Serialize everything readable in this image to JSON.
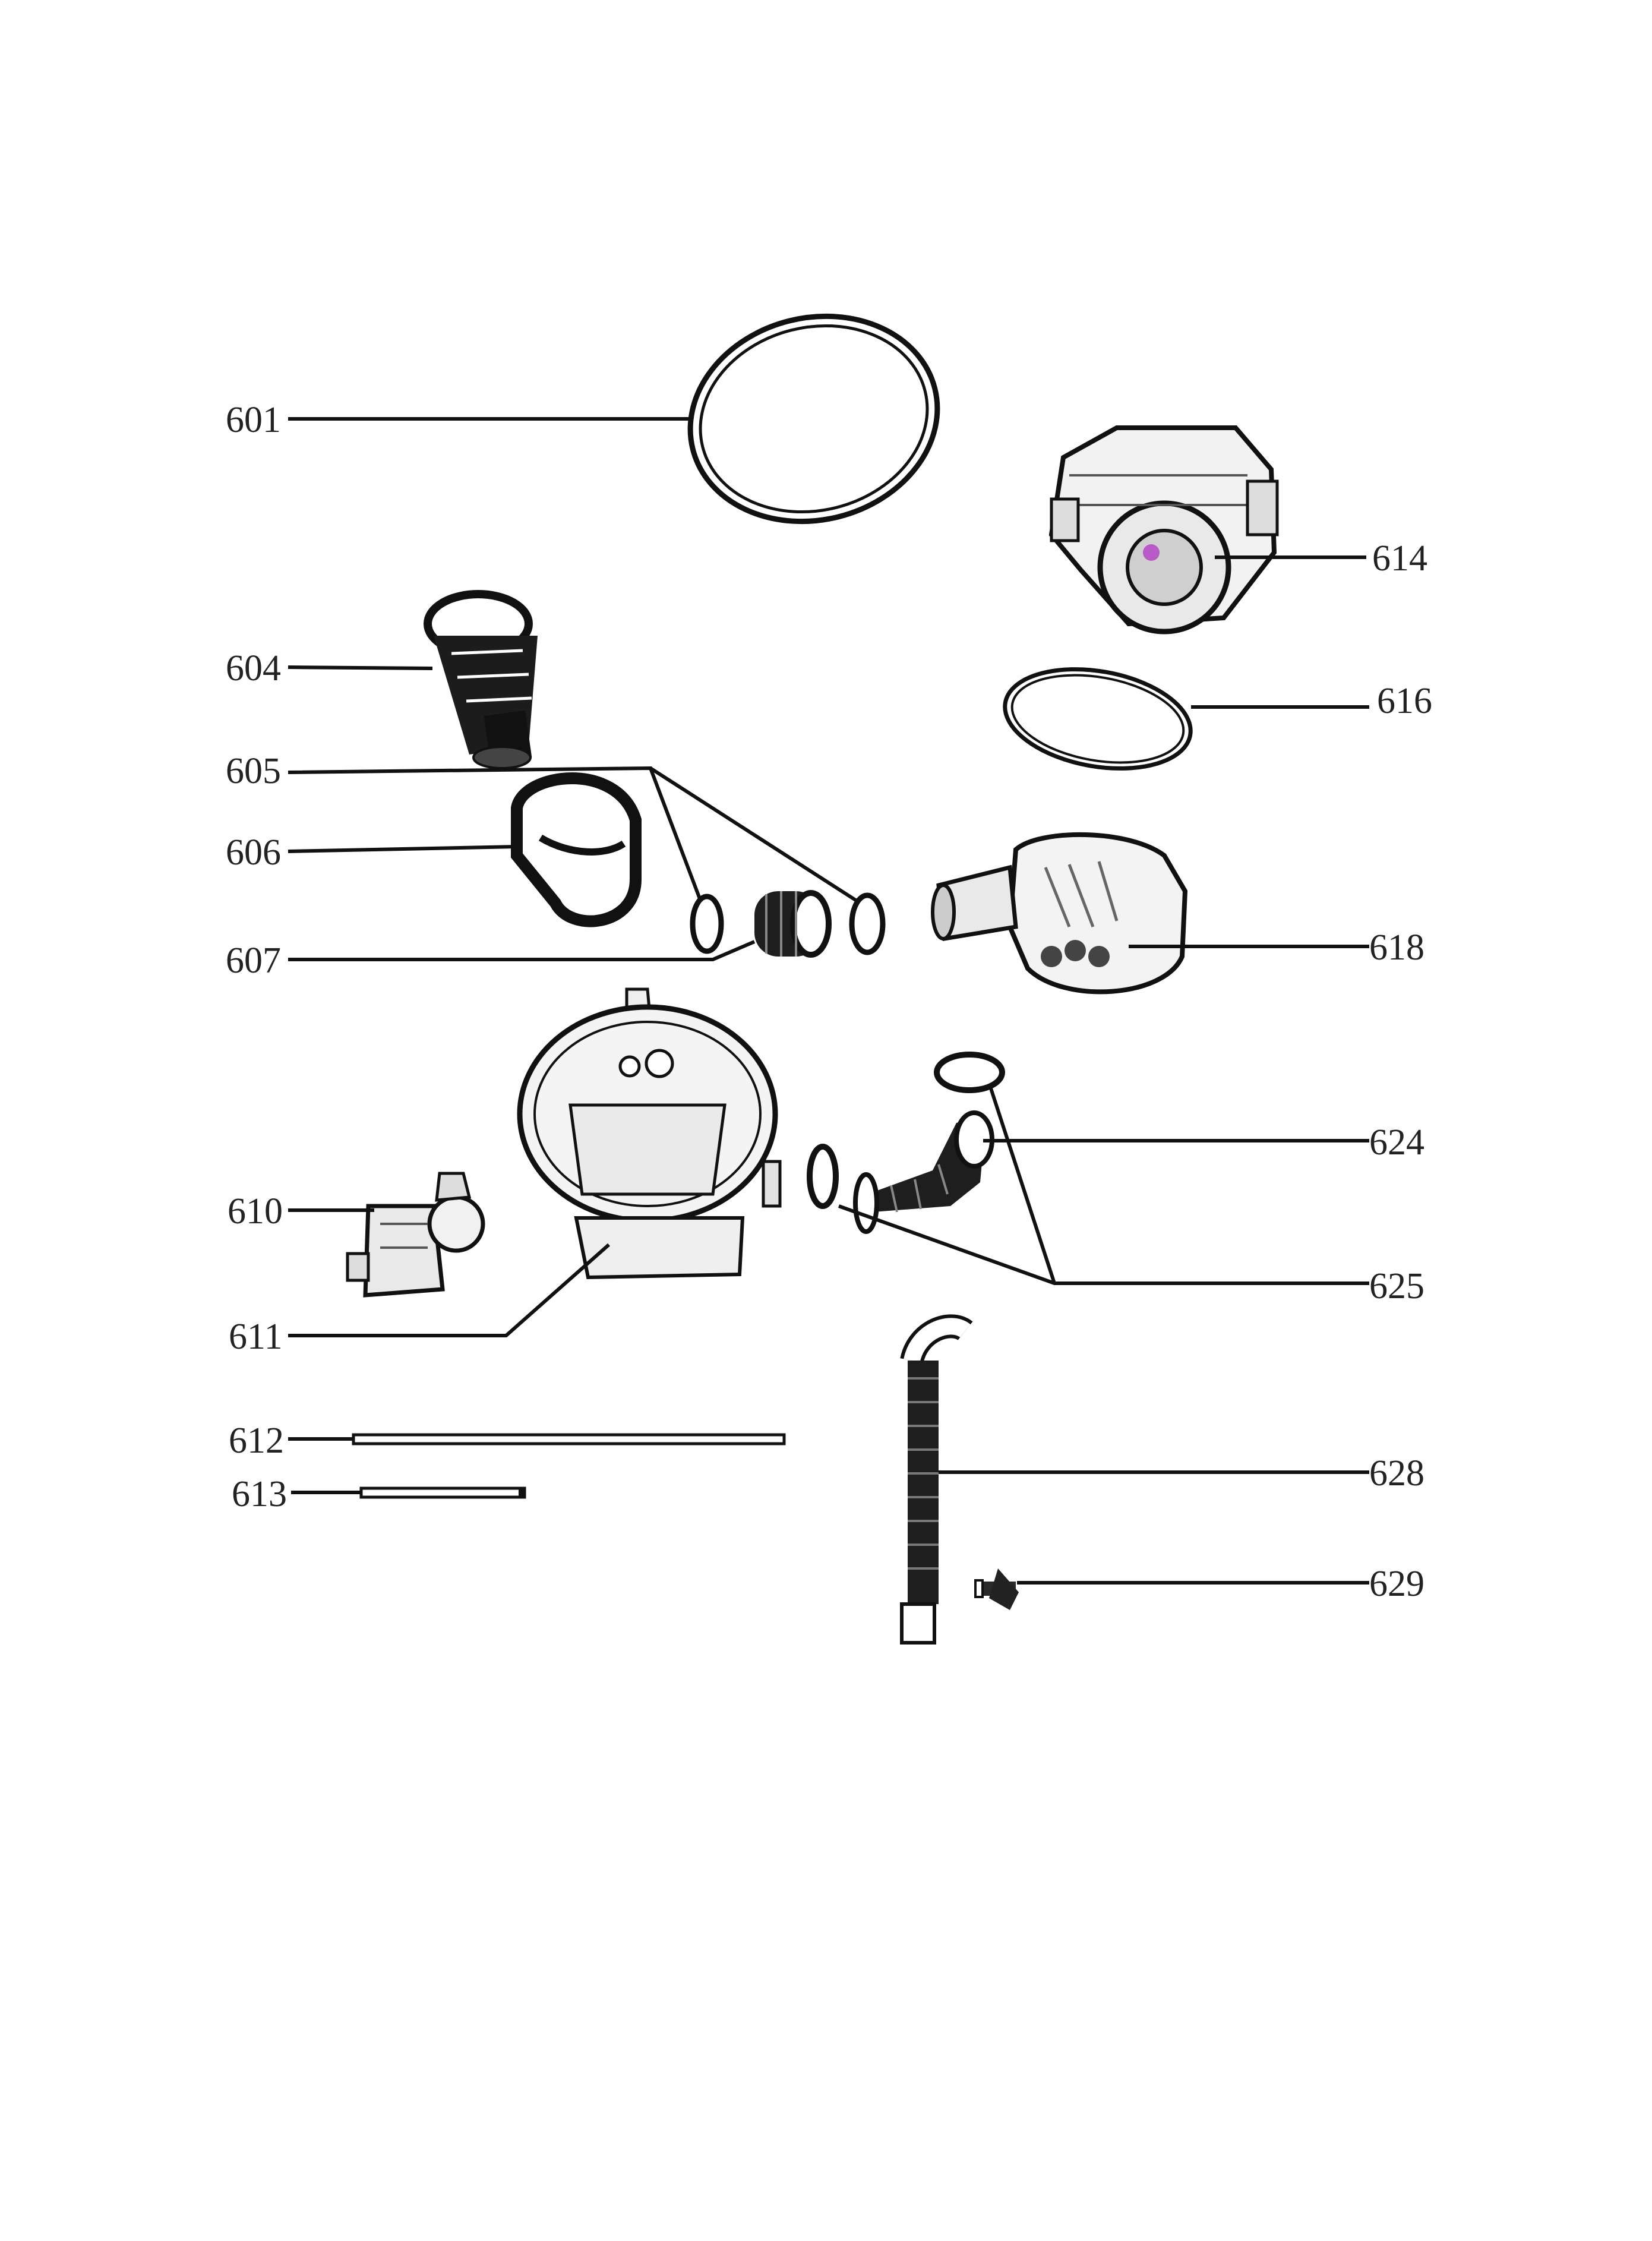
{
  "callouts": [
    {
      "id": "601",
      "part": "gasket-ring-large"
    },
    {
      "id": "604",
      "part": "filter-cylinder"
    },
    {
      "id": "605",
      "part": "clamp-rings"
    },
    {
      "id": "606",
      "part": "filter-frame"
    },
    {
      "id": "607",
      "part": "connector-hose"
    },
    {
      "id": "610",
      "part": "drain-pump"
    },
    {
      "id": "611",
      "part": "sump-assembly"
    },
    {
      "id": "612",
      "part": "long-rod"
    },
    {
      "id": "613",
      "part": "short-rod"
    },
    {
      "id": "614",
      "part": "circulation-pump"
    },
    {
      "id": "616",
      "part": "o-ring"
    },
    {
      "id": "618",
      "part": "heater-housing"
    },
    {
      "id": "624",
      "part": "elbow-hose"
    },
    {
      "id": "625",
      "part": "hose-clamps"
    },
    {
      "id": "628",
      "part": "drain-hose"
    },
    {
      "id": "629",
      "part": "check-valve"
    }
  ]
}
